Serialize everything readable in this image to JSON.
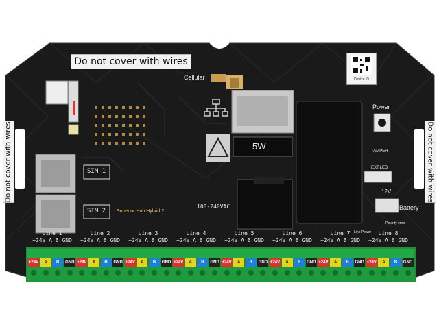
{
  "warnings": {
    "top": "Do not cover with wires",
    "left": "Do not cover with wires",
    "right": "Do not cover with wires"
  },
  "labels": {
    "cellular": "Cellular",
    "device_id": "Device ID",
    "power": "Power",
    "tamper": "TAMPER",
    "ext_led": "EXT.LED",
    "sim1": "SIM 1",
    "sim2": "SIM 2",
    "board_name": "Superior Hub Hybrid 2",
    "mains": "100-240VAC",
    "relay_rating": "5W",
    "volt12": "12V",
    "battery": "Battery",
    "polarity": "Polarity error",
    "line_power": "Line Power"
  },
  "lines": [
    {
      "name": "Line 1",
      "pins": "+24V A B GND"
    },
    {
      "name": "Line 2",
      "pins": "+24V A B GND"
    },
    {
      "name": "Line 3",
      "pins": "+24V A B GND"
    },
    {
      "name": "Line 4",
      "pins": "+24V A B GND"
    },
    {
      "name": "Line 5",
      "pins": "+24V A B GND"
    },
    {
      "name": "Line 6",
      "pins": "+24V A B GND"
    },
    {
      "name": "Line 7",
      "pins": "+24V A B GND"
    },
    {
      "name": "Line 8",
      "pins": "+24V A B GND"
    }
  ],
  "terminal_tags": [
    "+24V",
    "A",
    "B",
    "GND"
  ],
  "colors": {
    "pcb": "#1a1a1a",
    "terminal_green": "#22a845",
    "tag_red": "#e0302c",
    "tag_yellow": "#e8d21c",
    "tag_blue": "#1e7fd6",
    "tag_black": "#222222"
  }
}
